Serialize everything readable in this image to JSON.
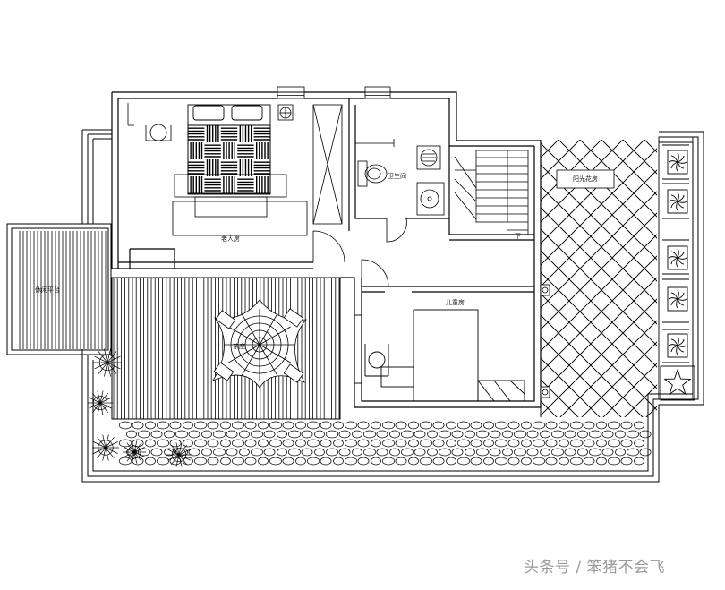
{
  "rooms": {
    "elder_room": "老人房",
    "bathroom": "卫生间",
    "kids_room": "儿童房",
    "leisure_deck": "休闲平台",
    "sun_room": "阳光花房",
    "tea_area": "茶座"
  },
  "stair_mark": "下",
  "watermark": "头条号 / 笨猪不会飞",
  "colors": {
    "line": "#000000",
    "paper": "#ffffff",
    "watermark": "#9a9a9a"
  }
}
